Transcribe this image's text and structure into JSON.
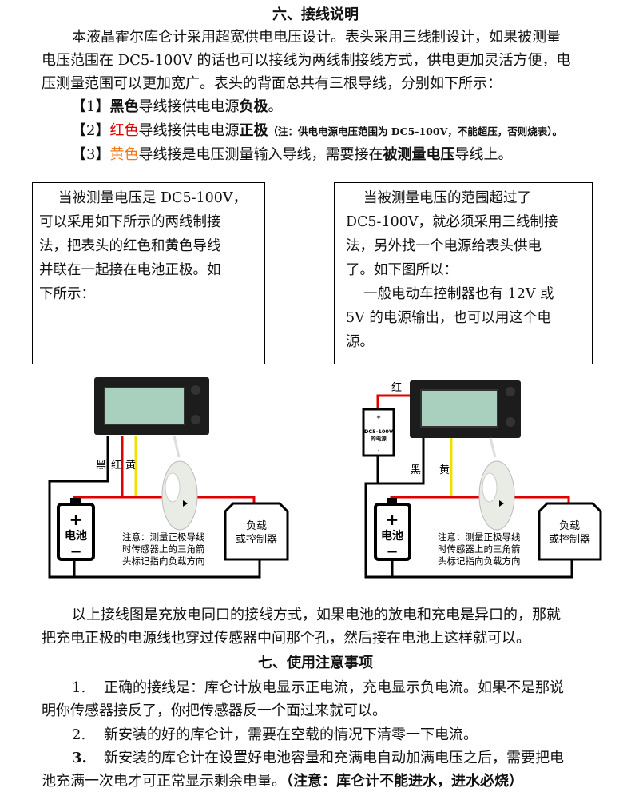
{
  "section6": {
    "title": "六、接线说明",
    "intro_lines": [
      "本液晶霍尔库仑计采用超宽供电电压设计。表头采用三线制设计，如果被测量",
      "电压范围在 DC5-100V 的话也可以接线为两线制接线方式，供电更加灵活方便，电",
      "压测量范围可以更加宽广。表头的背面总共有三根导线，分别如下所示："
    ],
    "items": [
      {
        "num": "【1】",
        "color_word": "黑色",
        "text": "导线接供电电源",
        "bold": "负极",
        "tail": "。"
      },
      {
        "num": "【2】",
        "color_word": "红色",
        "text": "导线接供电电源",
        "bold": "正极",
        "tail": "（注：供电电源电压范围为 DC5-100V，不能超压，否则烧表）。"
      },
      {
        "num": "【3】",
        "color_word": "黄色",
        "text": "导线接是电压测量输入导线，需要接在",
        "bold": "被测量电压",
        "tail": "导线上。"
      }
    ],
    "left_box_lines": [
      "当被测量电压是 DC5-100V，",
      "可以采用如下所示的两线制接",
      "法，把表头的红色和黄色导线",
      "并联在一起接在电池正极。如",
      "下所示："
    ],
    "right_box_lines": [
      "当被测量电压的范围超过了",
      "DC5-100V，就必须采用三线制接",
      "法，另外找一个电源给表头供电",
      "了。如下图所以：",
      "一般电动车控制器也有 12V 或",
      "5V 的电源输出，也可以用这个电",
      "源。"
    ],
    "diagram": {
      "black": "黑",
      "red": "红",
      "yellow": "黄",
      "battery": "电池",
      "plus": "+",
      "minus": "−",
      "load_line1": "负载",
      "load_line2": "或控制器",
      "note_lines": [
        "注意：测量正极导线",
        "时传感器上的三角箭",
        "头标记指向负载方向"
      ],
      "psu_lines": [
        "+",
        "DC5-100V",
        "的电源",
        "-"
      ]
    },
    "after_lines": [
      "以上接线图是充放电同口的接线方式，如果电池的放电和充电是异口的，那就",
      "把充电正极的电源线也穿过传感器中间那个孔，然后接在电池上这样就可以。"
    ]
  },
  "section7": {
    "title": "七、使用注意事项",
    "items": [
      {
        "num": "1.",
        "lines": [
          "正确的接线是：库仑计放电显示正电流，充电显示负电流。如果不是那说",
          "明你传感器接反了，你把传感器反一个面过来就可以。"
        ]
      },
      {
        "num": "2.",
        "lines": [
          "新安装的好的库仑计，需要在空载的情况下清零一下电流。"
        ]
      },
      {
        "num": "3.",
        "lines": [
          "新安装的库仑计在设置好电池容量和充满电自动加满电压之后，需要把电",
          "池充满一次电才可正常显示剩余电量。"
        ],
        "warning": "（注意：库仑计不能进水，进水必烧）"
      }
    ]
  },
  "colors": {
    "red": "#e00000",
    "orange": "#f07818",
    "wire_yellow": "#f0e000"
  }
}
